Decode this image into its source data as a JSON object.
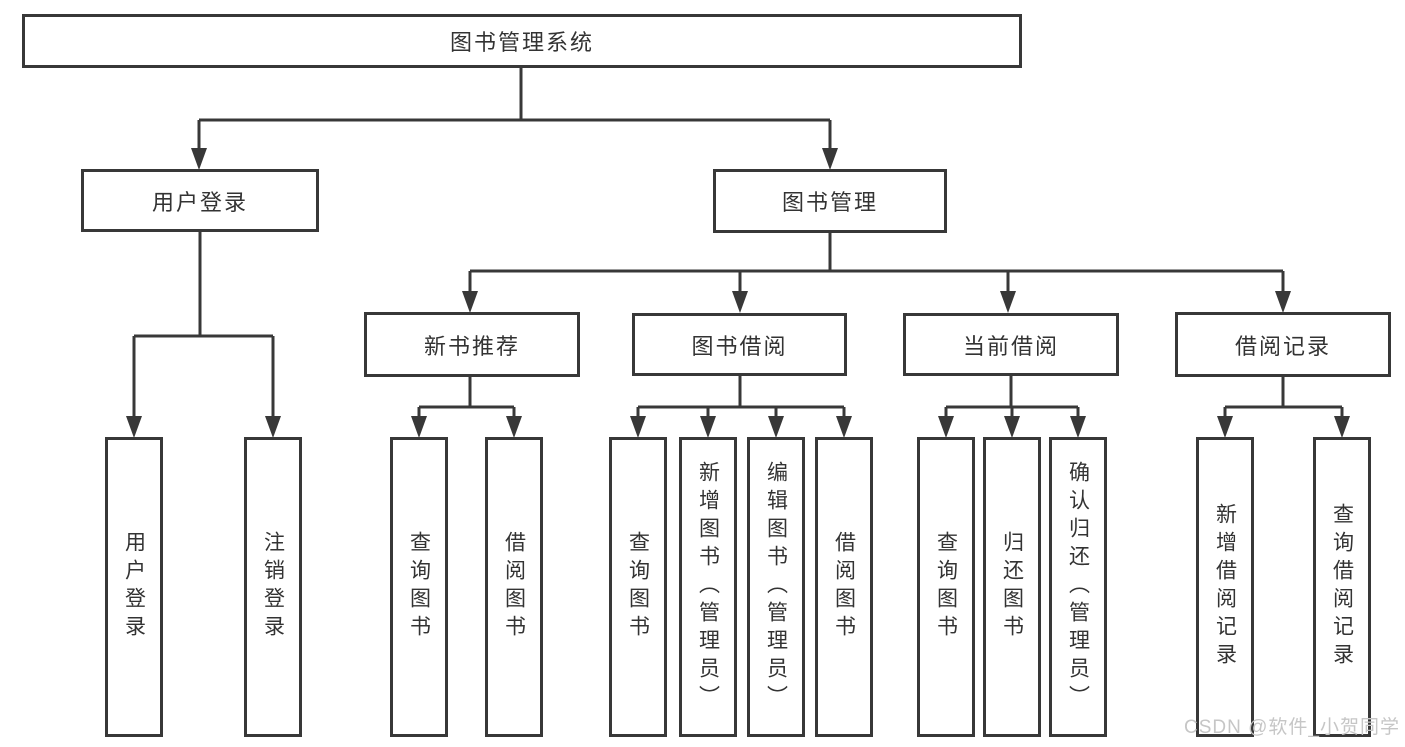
{
  "tree": {
    "label": "图书管理系统",
    "children": [
      {
        "label": "用户登录",
        "children": [
          {
            "label": "用户登录"
          },
          {
            "label": "注销登录"
          }
        ]
      },
      {
        "label": "图书管理",
        "children": [
          {
            "label": "新书推荐",
            "children": [
              {
                "label": "查询图书"
              },
              {
                "label": "借阅图书"
              }
            ]
          },
          {
            "label": "图书借阅",
            "children": [
              {
                "label": "查询图书"
              },
              {
                "label": "新增图书（管理员）"
              },
              {
                "label": "编辑图书（管理员）"
              },
              {
                "label": "借阅图书"
              }
            ]
          },
          {
            "label": "当前借阅",
            "children": [
              {
                "label": "查询图书"
              },
              {
                "label": "归还图书"
              },
              {
                "label": "确认归还（管理员）"
              }
            ]
          },
          {
            "label": "借阅记录",
            "children": [
              {
                "label": "新增借阅记录"
              },
              {
                "label": "查询借阅记录"
              }
            ]
          }
        ]
      }
    ]
  },
  "watermark": {
    "text": "CSDN @软件_小贺同学"
  },
  "colors": {
    "line": "#383838",
    "text": "#333333",
    "background": "#ffffff",
    "watermark": "#c6c6c6"
  }
}
